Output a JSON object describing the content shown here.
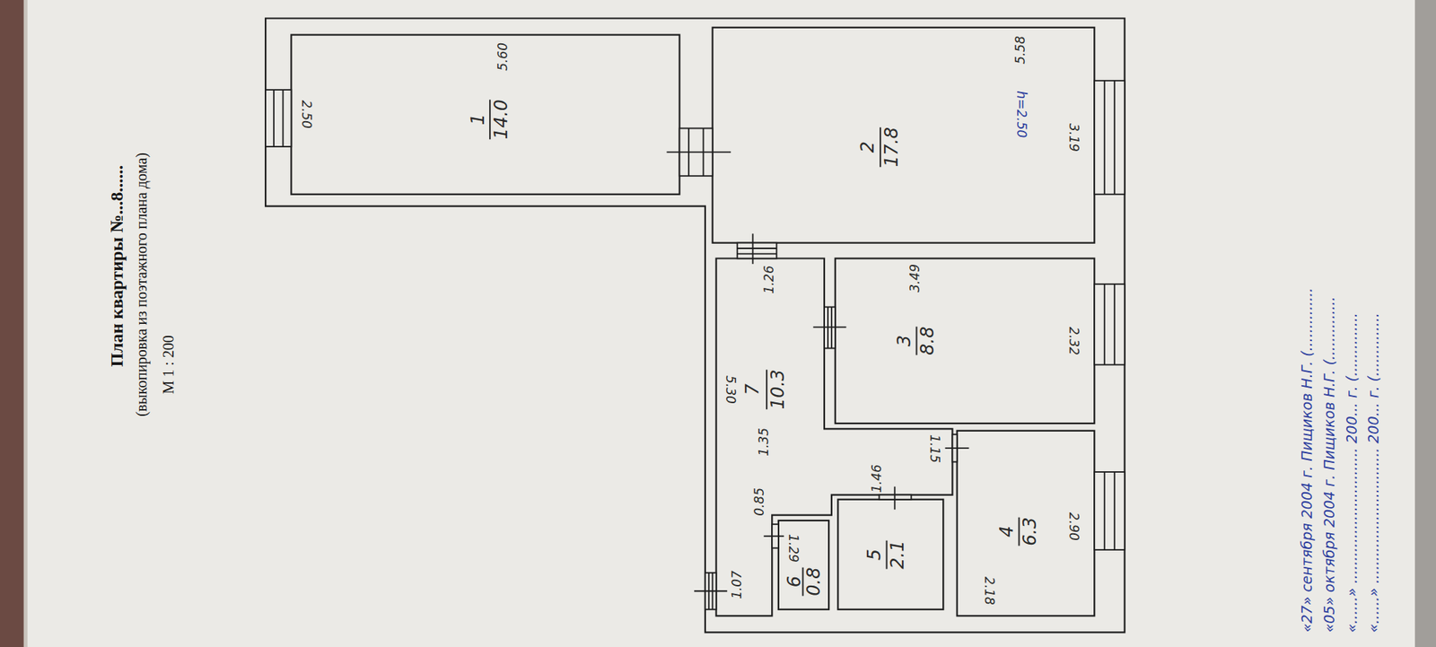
{
  "diagram": {
    "title": "План квартиры №...8......",
    "nodes": [
      {
        "text": [
          "1",
          "14.0",
          "5.60",
          "2.50"
        ]
      },
      {
        "text": [
          "2",
          "17.8",
          "5.58",
          "h=2.50",
          "3.19"
        ]
      },
      {
        "text": [
          "3",
          "8.8",
          "3.49",
          "2.32"
        ]
      },
      {
        "text": [
          "4",
          "6.3",
          "2.90",
          "2.18"
        ]
      },
      {
        "text": [
          "5",
          "2.1"
        ]
      },
      {
        "text": [
          "6",
          "0.8",
          "1.29"
        ]
      },
      {
        "text": [
          "7",
          "10.3",
          "5.30",
          "1.26",
          "1.35",
          "1.15",
          "1.46",
          "0.85",
          "1.07"
        ]
      }
    ],
    "labels": [
      "(выкопировка из поэтажного плана дома)",
      "М 1 : 200",
      "«27» сентября 2004 г. Пищиков Н.Г. (..............",
      "«05» октября 2004 г. Пищиков Н.Г. (..............",
      "«......» .............................. 200... г. (..............",
      "«......» .............................. 200... г. (.............."
    ]
  }
}
